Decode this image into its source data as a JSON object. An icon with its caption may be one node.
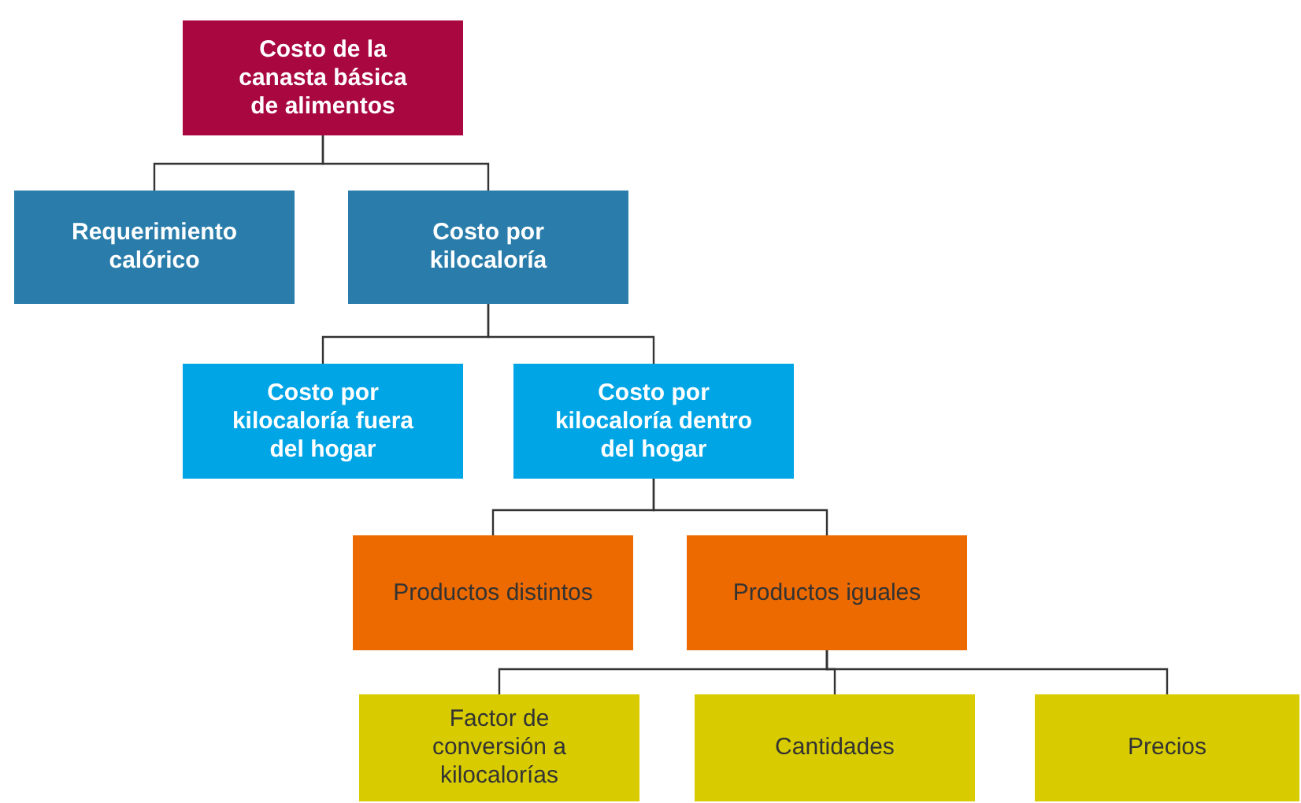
{
  "diagram": {
    "nodes": [
      {
        "text": [
          "Costo de la canasta básica de alimentos"
        ]
      },
      {
        "text": [
          "Requerimiento calórico"
        ]
      },
      {
        "text": [
          "Costo por kilocaloría"
        ]
      },
      {
        "text": [
          "Costo por kilocaloría fuera del hogar"
        ]
      },
      {
        "text": [
          "Costo por kilocaloría dentro del hogar"
        ]
      },
      {
        "text": [
          "Productos distintos"
        ]
      },
      {
        "text": [
          "Productos iguales"
        ]
      },
      {
        "text": [
          "Factor de conversión a kilocalorías"
        ]
      },
      {
        "text": [
          "Cantidades"
        ]
      },
      {
        "text": [
          "Precios"
        ]
      }
    ],
    "edges": [
      {
        "from": 0,
        "to": 1,
        "arrow": "none"
      },
      {
        "from": 0,
        "to": 2,
        "arrow": "none"
      },
      {
        "from": 2,
        "to": 3,
        "arrow": "none"
      },
      {
        "from": 2,
        "to": 4,
        "arrow": "none"
      },
      {
        "from": 4,
        "to": 5,
        "arrow": "none"
      },
      {
        "from": 4,
        "to": 6,
        "arrow": "none"
      },
      {
        "from": 6,
        "to": 7,
        "arrow": "none"
      },
      {
        "from": 6,
        "to": 8,
        "arrow": "none"
      },
      {
        "from": 6,
        "to": 9,
        "arrow": "none"
      }
    ]
  }
}
